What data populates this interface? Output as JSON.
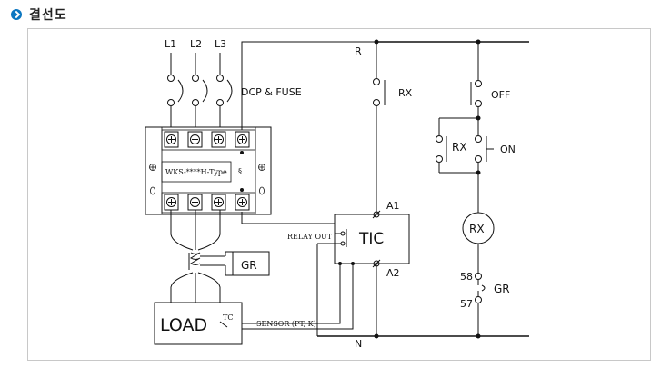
{
  "header": {
    "title": "결선도"
  },
  "diagram": {
    "phases": [
      "L1",
      "L2",
      "L3"
    ],
    "fuse_label": "DCP & FUSE",
    "relay_model": "WKS-****H-Type",
    "bus_top": "R",
    "bus_bottom": "N",
    "relay_rx": "RX",
    "off_switch": "OFF",
    "on_switch": "ON",
    "coil": "RX",
    "tic": "TIC",
    "tic_terminal_a1": "A1",
    "tic_terminal_a2": "A2",
    "relay_out": "RELAY OUT",
    "gr_box": "GR",
    "gr_lamp": "GR",
    "terminal_58": "58",
    "terminal_57": "57",
    "load": "LOAD",
    "tc": "TC",
    "sensor": "SENSOR (PT, K)"
  }
}
